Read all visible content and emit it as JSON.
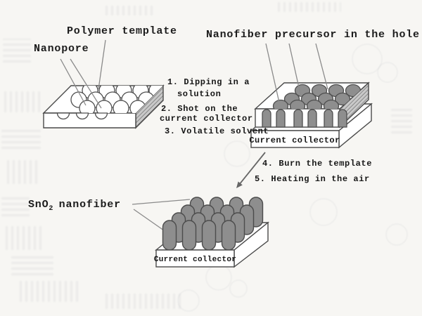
{
  "labels": {
    "polymer_template": "Polymer template",
    "nanopore": "Nanopore",
    "precursor": "Nanofiber precursor in the hole",
    "sno2_base": "SnO",
    "sno2_sub": "2",
    "sno2_rest": "nanofiber"
  },
  "steps": {
    "s1_line1": "1. Dipping in a",
    "s1_line2": "solution",
    "s2_line1": "2. Shot on the",
    "s2_line2": "current collector",
    "s3": "3. Volatile solvent",
    "s4": "4. Burn the template",
    "s5": "5. Heating in the air"
  },
  "collectors": {
    "top_label": "Current collector",
    "bottom_label": "Current collector"
  },
  "colors": {
    "fiber_gray": "#8e8e8e",
    "stroke_dark": "#4a4a4a",
    "leader_gray": "#8a8a8a",
    "paper": "#f7f6f3"
  }
}
